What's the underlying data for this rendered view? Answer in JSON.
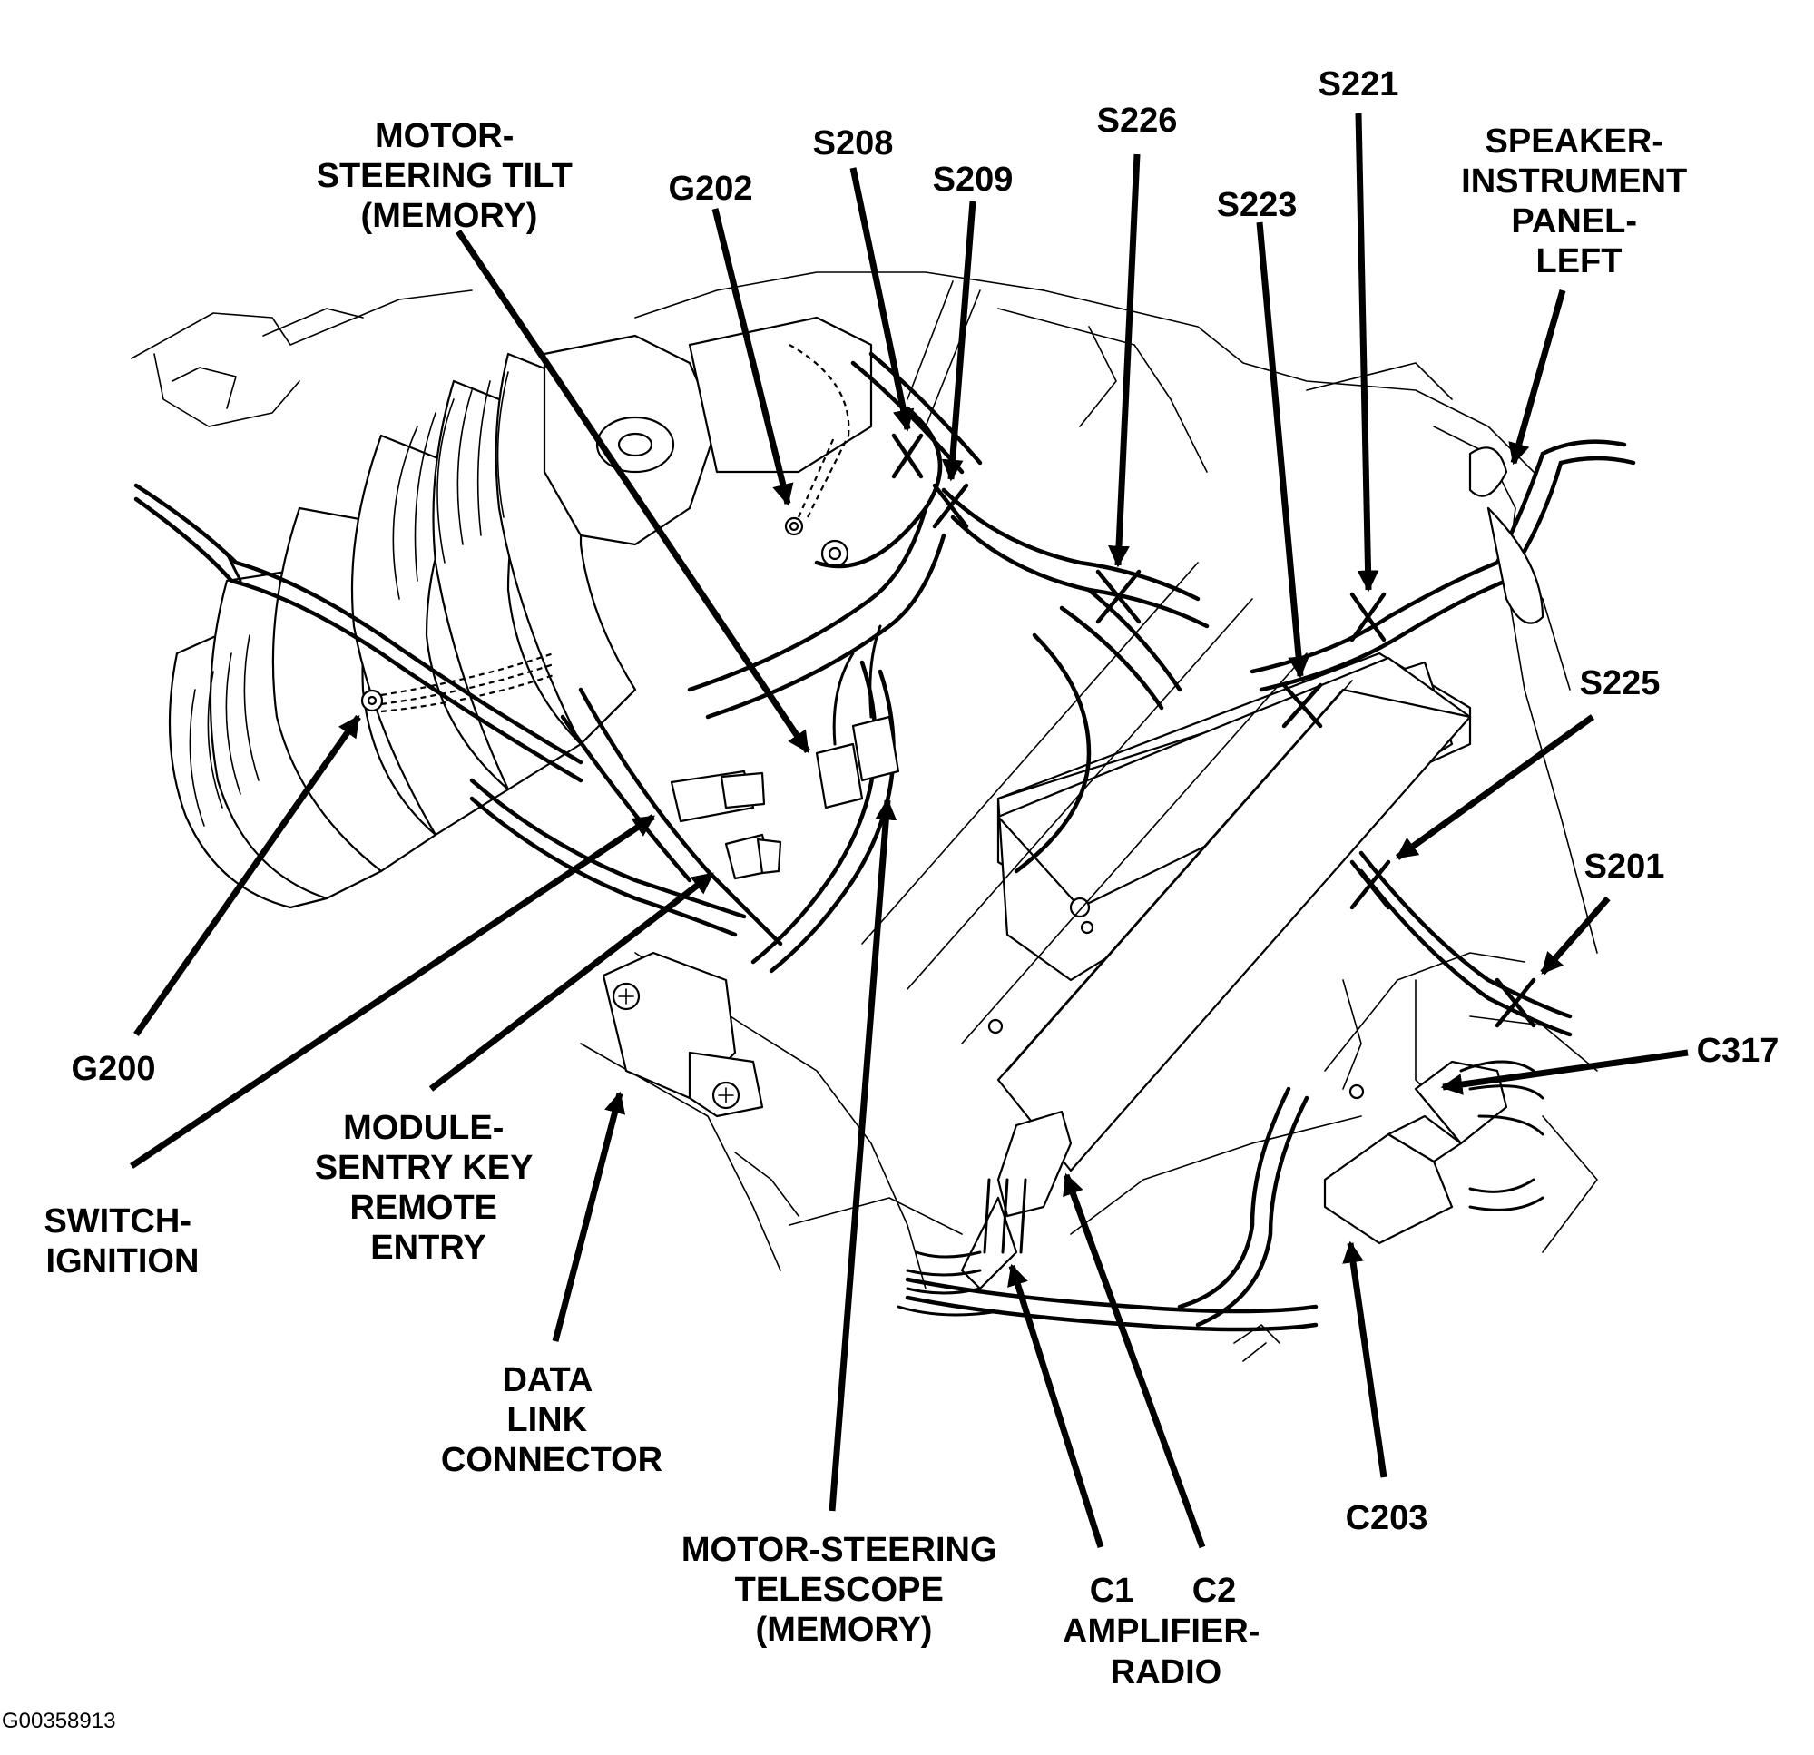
{
  "figure_code": "G00358913",
  "labels": {
    "motor_steering_tilt": [
      "MOTOR-",
      "STEERING TILT",
      "(MEMORY)"
    ],
    "g202": "G202",
    "s208": "S208",
    "s209": "S209",
    "s226": "S226",
    "s221": "S221",
    "s223": "S223",
    "speaker_instrument_panel_left": [
      "SPEAKER-",
      "INSTRUMENT",
      "PANEL-",
      "LEFT"
    ],
    "s225": "S225",
    "s201": "S201",
    "c317": "C317",
    "g200": "G200",
    "switch_ignition": [
      "SWITCH-",
      "IGNITION"
    ],
    "module_sentry_key": [
      "MODULE-",
      "SENTRY KEY",
      "REMOTE",
      "ENTRY"
    ],
    "data_link_connector": [
      "DATA",
      "LINK",
      "CONNECTOR"
    ],
    "motor_steering_telescope": [
      "MOTOR-STEERING",
      "TELESCOPE",
      "(MEMORY)"
    ],
    "c1": "C1",
    "c2": "C2",
    "amplifier_radio": [
      "AMPLIFIER-",
      "RADIO"
    ],
    "c203": "C203"
  }
}
